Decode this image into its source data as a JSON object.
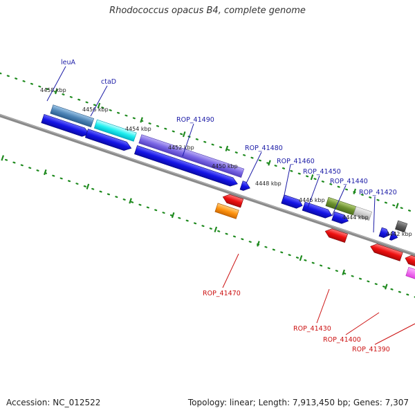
{
  "title": "Rhodococcus opacus B4, complete genome",
  "footer": {
    "accession": "Accession: NC_012522",
    "summary": "Topology: linear; Length: 7,913,450 bp; Genes: 7,307"
  },
  "colors": {
    "backbone": "#7a7a7a",
    "tick_green": "#1e8a1e",
    "gene_blue": "#1010e6",
    "gene_red": "#e60d0d",
    "label_blue": "#1a1aa6",
    "label_red": "#cc1111"
  },
  "scale_labels": [
    "4458 kbp",
    "4456 kbp",
    "4454 kbp",
    "4452 kbp",
    "4450 kbp",
    "4448 kbp",
    "4446 kbp",
    "4444 kbp",
    "4442 kbp"
  ],
  "gene_labels_top": [
    "leuA",
    "ctaD",
    "ROP_41490",
    "ROP_41480",
    "ROP_41460",
    "ROP_41450",
    "ROP_41440",
    "ROP_41420"
  ],
  "gene_labels_bottom": [
    "ROP_41470",
    "ROP_41430",
    "ROP_41400",
    "ROP_41390"
  ]
}
